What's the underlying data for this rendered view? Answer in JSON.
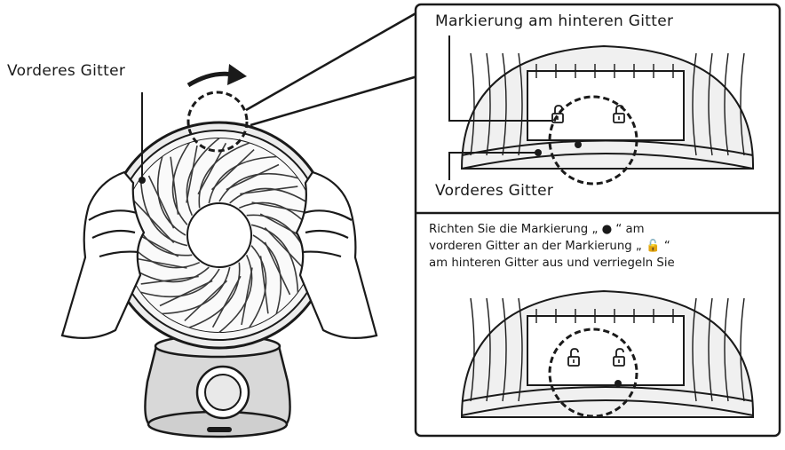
{
  "labels": {
    "front_grille_left": "Vorderes Gitter",
    "rear_grille_mark": "Markierung am hinteren Gitter",
    "front_grille_inset": "Vorderes Gitter"
  },
  "instruction": {
    "line1": "Richten Sie die Markierung „ ● “ am",
    "line2": "vorderen Gitter an der Markierung „ 🔓 “",
    "line3": "am hinteren Gitter aus und verriegeln Sie"
  },
  "icons": {
    "rotation_arrow": "curved-arrow-icon",
    "unlock": "padlock-open-icon",
    "dot": "dot-marker-icon"
  },
  "colors": {
    "line": "#1a1a1a",
    "fan_body": "#e2e2e2",
    "base": "#d9d9d9"
  }
}
